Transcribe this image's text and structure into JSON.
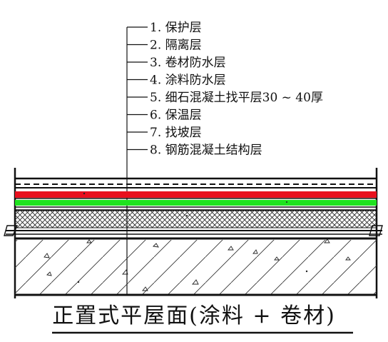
{
  "title": "正置式平屋面(涂料 + 卷材)",
  "layers": [
    {
      "label": "1. 保护层"
    },
    {
      "label": "2. 隔离层"
    },
    {
      "label": "3. 卷材防水层"
    },
    {
      "label": "4. 涂料防水层"
    },
    {
      "label": "5. 细石混凝土找平层30 ~ 40厚"
    },
    {
      "label": "6. 保温层"
    },
    {
      "label": "7. 找坡层"
    },
    {
      "label": "8. 钢筋混凝土结构层"
    }
  ],
  "colors": {
    "ink": "#111111",
    "membrane": "#e8101e",
    "coating": "#1fe21f",
    "background": "#ffffff"
  }
}
